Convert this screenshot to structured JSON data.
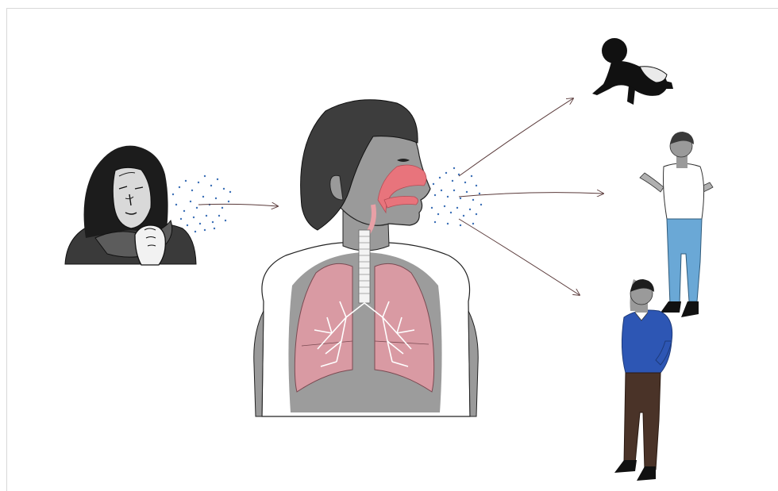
{
  "diagram": {
    "colors": {
      "outline": "#1a1a1a",
      "hair_dark": "#3b3b3b",
      "skin_grey": "#9a9a9a",
      "airway_pink": "#e8747c",
      "lung_pink": "#d99aa3",
      "droplet_blue": "#3b6fb6",
      "arrow": "#5a3a3a",
      "shirt_blue": "#2d56b4",
      "jeans_blue": "#6aa8d6",
      "trousers_brown": "#4a3328"
    },
    "nodes": [
      {
        "id": "sick-person",
        "icon": "coughing-person-icon"
      },
      {
        "id": "airway-figure",
        "icon": "respiratory-system-icon"
      },
      {
        "id": "baby",
        "icon": "crawling-baby-icon"
      },
      {
        "id": "adult-1",
        "icon": "standing-man-icon"
      },
      {
        "id": "adult-2",
        "icon": "standing-man-icon"
      }
    ],
    "edges": [
      {
        "from": "sick-person",
        "to": "airway-figure"
      },
      {
        "from": "airway-figure",
        "to": "baby"
      },
      {
        "from": "airway-figure",
        "to": "adult-1"
      },
      {
        "from": "airway-figure",
        "to": "adult-2"
      }
    ]
  }
}
